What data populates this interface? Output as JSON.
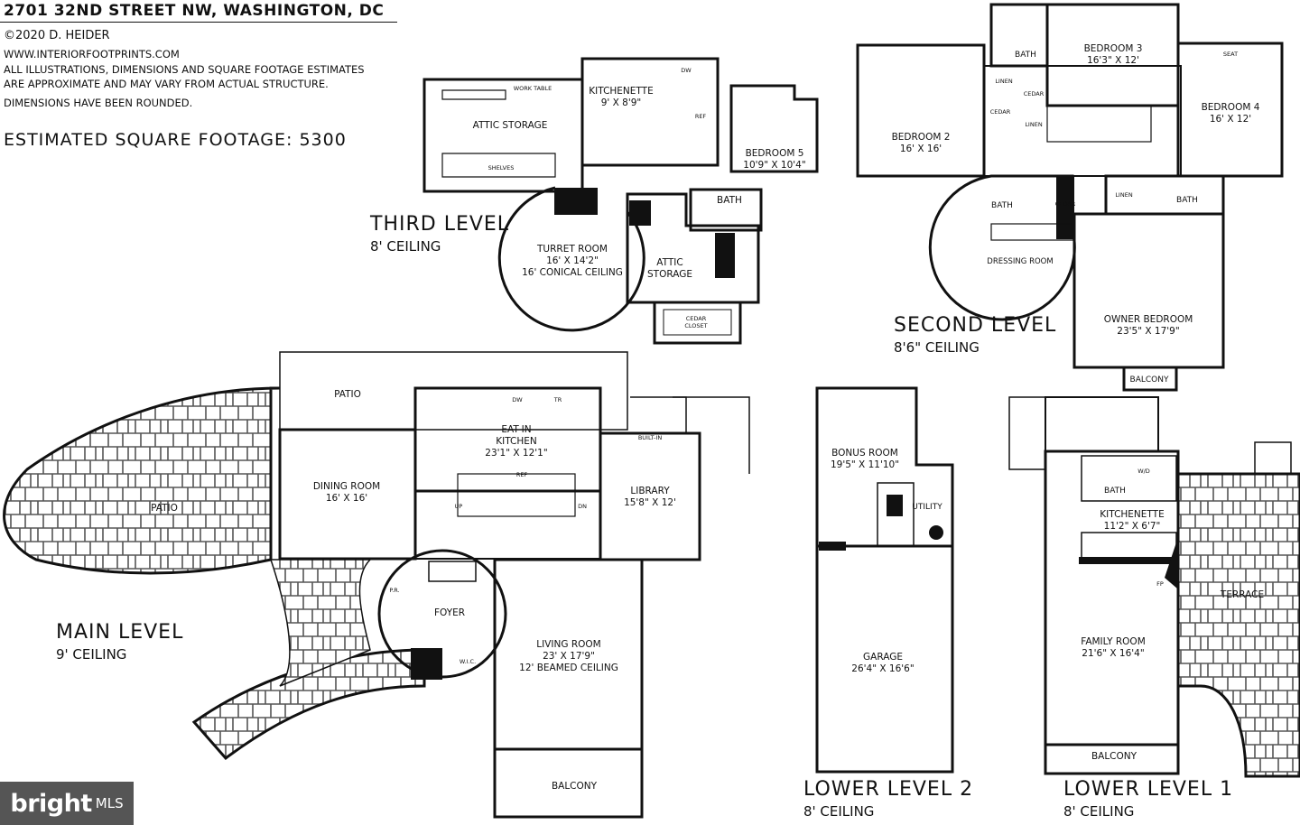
{
  "header": {
    "address": "2701 32ND STREET NW, WASHINGTON, DC",
    "copyright": "©2020 D. HEIDER",
    "website": "WWW.INTERIORFOOTPRINTS.COM",
    "disclaimer_1": "ALL ILLUSTRATIONS, DIMENSIONS AND SQUARE FOOTAGE ESTIMATES",
    "disclaimer_2": "ARE APPROXIMATE AND MAY VARY FROM ACTUAL STRUCTURE.",
    "disclaimer_3": "DIMENSIONS HAVE BEEN ROUNDED.",
    "sqft": "ESTIMATED SQUARE FOOTAGE: 5300"
  },
  "levels": {
    "third": {
      "name": "THIRD LEVEL",
      "ceiling": "8' CEILING"
    },
    "second": {
      "name": "SECOND LEVEL",
      "ceiling": "8'6\" CEILING"
    },
    "main": {
      "name": "MAIN LEVEL",
      "ceiling": "9' CEILING"
    },
    "lower2": {
      "name": "LOWER LEVEL 2",
      "ceiling": "8' CEILING"
    },
    "lower1": {
      "name": "LOWER LEVEL 1",
      "ceiling": "8' CEILING"
    }
  },
  "rooms": {
    "attic_storage_1": "ATTIC STORAGE",
    "kitchenette_3": "KITCHENETTE",
    "kitchenette_3_dim": "9' X 8'9\"",
    "bedroom5": "BEDROOM 5",
    "bedroom5_dim": "10'9\" X 10'4\"",
    "turret": "TURRET ROOM",
    "turret_dim": "16' X 14'2\"",
    "turret_ceiling": "16' CONICAL CEILING",
    "attic_storage_2a": "ATTIC",
    "attic_storage_2b": "STORAGE",
    "bath_3": "BATH",
    "cedar_closet_1": "CEDAR",
    "cedar_closet_2": "CLOSET",
    "bedroom2": "BEDROOM 2",
    "bedroom2_dim": "16' X 16'",
    "bedroom3": "BEDROOM 3",
    "bedroom3_dim": "16'3\" X 12'",
    "bedroom4": "BEDROOM 4",
    "bedroom4_dim": "16' X 12'",
    "bath_2a": "BATH",
    "bath_2b": "BATH",
    "bath_2c": "BATH",
    "linen_a": "LINEN",
    "linen_b": "LINEN",
    "linen_c": "LINEN",
    "cedar_a": "CEDAR",
    "cedar_b": "CEDAR",
    "cedar_c": "CEDAR",
    "seat": "SEAT",
    "dressing": "DRESSING ROOM",
    "owner": "OWNER BEDROOM",
    "owner_dim": "23'5\" X 17'9\"",
    "balcony_2": "BALCONY",
    "patio_top": "PATIO",
    "patio_left": "PATIO",
    "eatin": "EAT-IN",
    "eatin_2": "KITCHEN",
    "eatin_dim": "23'1\" X 12'1\"",
    "dining": "DINING ROOM",
    "dining_dim": "16' X 16'",
    "library": "LIBRARY",
    "library_dim": "15'8\" X 12'",
    "built_in": "BUILT-IN",
    "foyer": "FOYER",
    "pr": "P.R.",
    "wic": "W.I.C.",
    "living": "LIVING ROOM",
    "living_dim": "23' X 17'9\"",
    "living_ceiling": "12' BEAMED CEILING",
    "balcony_main": "BALCONY",
    "bonus": "BONUS ROOM",
    "bonus_dim": "19'5\" X 11'10\"",
    "utility": "UTILITY",
    "garage": "GARAGE",
    "garage_dim": "26'4\" X 16'6\"",
    "bath_ll": "BATH",
    "wd": "W/D",
    "kitchenette_ll": "KITCHENETTE",
    "kitchenette_ll_dim": "11'2\" X 6'7\"",
    "family": "FAMILY ROOM",
    "family_dim": "21'6\" X 16'4\"",
    "terrace": "TERRACE",
    "balcony_ll": "BALCONY"
  },
  "tags": {
    "dw": "DW",
    "ref": "REF",
    "tr": "TR",
    "up": "UP",
    "dn": "DN",
    "ff": "FP",
    "work_table": "WORK TABLE",
    "shelves": "SHELVES"
  },
  "watermark": {
    "brand": "bright",
    "suffix": "MLS"
  }
}
